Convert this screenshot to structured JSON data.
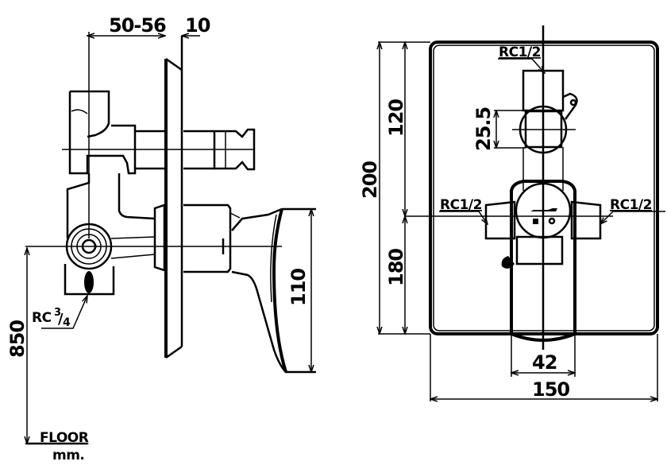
{
  "drawing": {
    "subject": "Concealed shower mixer valve – technical dimension drawing",
    "units": "mm.",
    "line_color": "#000000",
    "background_color": "#ffffff"
  },
  "side_view": {
    "dim_depth": "50-56",
    "dim_plate": "10",
    "dim_handle_height": "110",
    "dim_floor_height": "850",
    "inlet_label_prefix": "RC",
    "inlet_label_fraction_num": "3",
    "inlet_label_fraction_den": "4",
    "floor_label": "FLOOR",
    "units_label": "mm."
  },
  "front_view": {
    "label_top_outlet": "RC1/2",
    "label_left_outlet": "RC1/2",
    "label_right_outlet": "RC1/2",
    "dim_total_height": "200",
    "dim_upper": "120",
    "dim_lower": "180",
    "dim_cartridge": "25.5",
    "dim_handle_width": "42",
    "dim_plate_width": "150"
  }
}
